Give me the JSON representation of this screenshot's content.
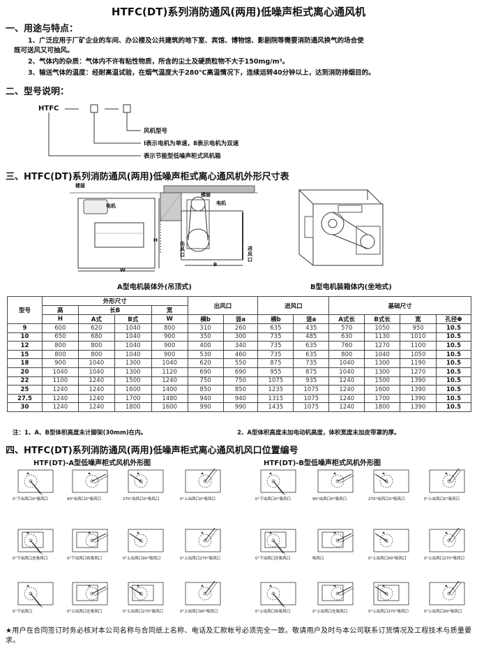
{
  "title": "HTFC(DT)系列消防通风(两用)低噪声柜式离心通风机",
  "s1": {
    "heading": "一、用途与特点：",
    "p1a": "1、广泛应用于厂矿企业的车间、办公楼及公共建筑的地下室、宾馆、博物馆、影剧院等需要消防通风换气的场合使",
    "p1b": "既可送风又可抽风。",
    "p2": "2、气体内的杂质：气体内不许有粘性物质，所含的尘土及硬质粒物不大于150mg/m³。",
    "p3": "3、输送气体的温度：经耐高温试验，在烟气温度大于280℃高温情况下，连续运转40分钟以上，达到消防排烟目的。"
  },
  "s2": {
    "heading": "二、型号说明：",
    "code": "HTFC",
    "ann1": "风机型号",
    "ann2": "Ⅰ表示电机为单速，Ⅱ表示电机为双速",
    "ann3": "表示节能型低噪声柜式风机箱"
  },
  "s3": {
    "heading": "三、HTFC(DT)系列消防通风(两用)低噪声柜式离心通风机外形尺寸表",
    "capA": "A型电机装体外(吊顶式)",
    "capB": "B型电机装箱体内(坐地式)",
    "lbl_ceiling": "楼层",
    "lbl_motor": "电机",
    "lbl_H": "H",
    "lbl_W": "W",
    "lbl_B": "B",
    "lbl_out": "出风口",
    "lbl_in": "进风口"
  },
  "table": {
    "h_model": "型号",
    "h_size": "外形尺寸",
    "h_high": "高",
    "h_lenB": "长B",
    "h_wide": "宽",
    "h_out": "出风口",
    "h_in": "进风口",
    "h_base": "基础尺寸",
    "s_H": "H",
    "s_A": "A式",
    "s_B": "B式",
    "s_W": "W",
    "s_b": "横b",
    "s_a": "竖a",
    "s_b2": "横b",
    "s_a2": "竖a",
    "s_Along": "A式长",
    "s_Blong": "B式长",
    "s_kuan": "宽",
    "s_hole": "孔径Φ",
    "rows": [
      [
        "9",
        "600",
        "620",
        "1040",
        "800",
        "310",
        "260",
        "635",
        "435",
        "570",
        "1050",
        "950",
        "10.5"
      ],
      [
        "10",
        "650",
        "680",
        "1040",
        "900",
        "350",
        "300",
        "735",
        "485",
        "630",
        "1130",
        "1010",
        "10.5"
      ],
      [
        "12",
        "800",
        "800",
        "1040",
        "900",
        "400",
        "340",
        "735",
        "635",
        "760",
        "1270",
        "1100",
        "10.5"
      ],
      [
        "15",
        "800",
        "800",
        "1040",
        "900",
        "530",
        "460",
        "735",
        "635",
        "800",
        "1040",
        "1050",
        "10.5"
      ],
      [
        "18",
        "900",
        "1040",
        "1300",
        "1040",
        "620",
        "550",
        "875",
        "735",
        "1040",
        "1300",
        "1190",
        "10.5"
      ],
      [
        "20",
        "1040",
        "1040",
        "1300",
        "1120",
        "690",
        "690",
        "955",
        "875",
        "1040",
        "1300",
        "1270",
        "10.5"
      ],
      [
        "22",
        "1100",
        "1240",
        "1500",
        "1240",
        "750",
        "750",
        "1075",
        "935",
        "1240",
        "1500",
        "1390",
        "10.5"
      ],
      [
        "25",
        "1240",
        "1240",
        "1600",
        "1400",
        "850",
        "850",
        "1235",
        "1075",
        "1240",
        "1600",
        "1390",
        "10.5"
      ],
      [
        "27.5",
        "1240",
        "1240",
        "1700",
        "1480",
        "940",
        "940",
        "1315",
        "1075",
        "1240",
        "1700",
        "1390",
        "10.5"
      ],
      [
        "30",
        "1240",
        "1240",
        "1800",
        "1600",
        "990",
        "990",
        "1435",
        "1075",
        "1240",
        "1800",
        "1390",
        "10.5"
      ]
    ]
  },
  "note1": "注：1、A、B型体积高度未计脚架(30mm)在内。",
  "note2": "2、A型体积高度未加电动机高度，体积宽度未加皮带罩的厚。",
  "s4": {
    "heading": "四、HTFC(DT)系列消防通风(两用)低噪声柜式离心通风机风口位置编号",
    "capA": "HTF(DT)-A型低噪声柜式风机外形图",
    "capB": "HTF(DT)-B型低噪声柜式风机外形图",
    "labelsA": [
      "0°下出风口0°吸风口",
      "90°出风口0°吸风口",
      "270°出风口0°吸风口",
      "0°上出风口0°吸风口",
      "0°下出风口左吸风口",
      "0°下出风口右吸风口",
      "0°上出风口90°吸风口",
      "0°上出风口270°吸风口",
      "0°下出风口",
      "0°上出风口左吸风口",
      "0°上出风口270°吸风口",
      "0°上出风口90°吸风口"
    ],
    "labelsB": [
      "0°下出风口0°吸风口",
      "90°出风口0°吸风口",
      "270°出风口0°吸风口",
      "0°上出风口0°吸风口",
      "0°下出风口左吸风口",
      "吸风口",
      "0°上出风口90°吸风口",
      "0°上出风口270°吸风口",
      "0°上出风口右吸风口",
      "0°上出风口左吸风口",
      "0°上出风口270°吸风口",
      "0°上出风口90°吸风口"
    ]
  },
  "footer": "★用户在合同签订时务必核对本公司名称与合同纸上名称、电话及汇款帐号必须完全一致。敬请用户及时与本公司联系订货情况及工程技术与质量要求。"
}
